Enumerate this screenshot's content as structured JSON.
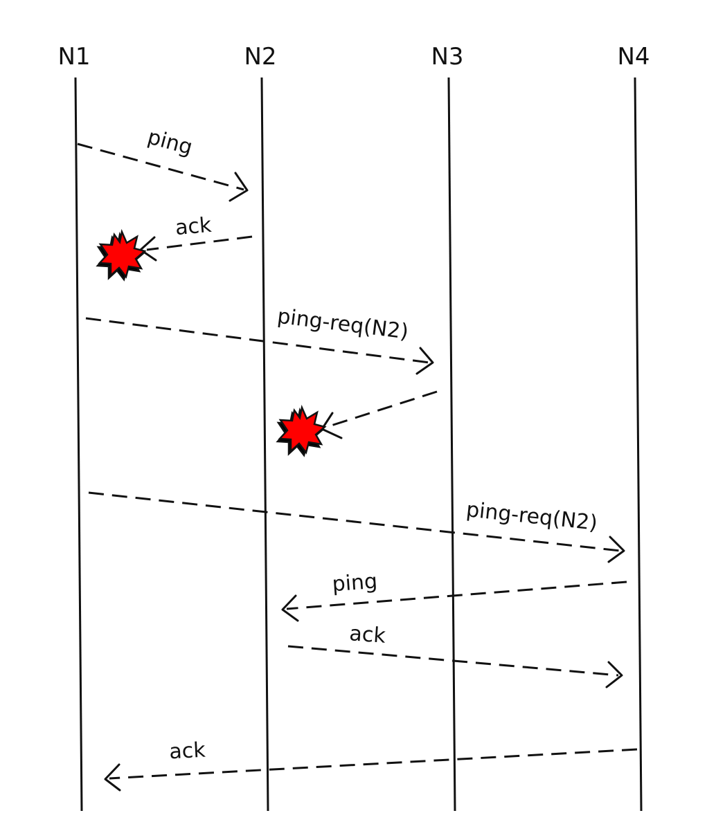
{
  "nodes": [
    "N1",
    "N2",
    "N3",
    "N4"
  ],
  "messages": [
    {
      "label": "ping",
      "from": "N1",
      "to": "N2",
      "lost": false
    },
    {
      "label": "ack",
      "from": "N2",
      "to": "N1",
      "lost": true
    },
    {
      "label": "ping-req(N2)",
      "from": "N1",
      "to": "N3",
      "lost": false
    },
    {
      "label": "",
      "from": "N3",
      "to": "N2",
      "lost": true
    },
    {
      "label": "ping-req(N2)",
      "from": "N1",
      "to": "N4",
      "lost": false
    },
    {
      "label": "ping",
      "from": "N4",
      "to": "N2",
      "lost": false
    },
    {
      "label": "ack",
      "from": "N2",
      "to": "N4",
      "lost": false
    },
    {
      "label": "ack",
      "from": "N4",
      "to": "N1",
      "lost": false
    }
  ],
  "colors": {
    "line": "#111111",
    "lost_marker": "#ff0000"
  },
  "icons": {
    "lost_marker": "burst-icon"
  }
}
